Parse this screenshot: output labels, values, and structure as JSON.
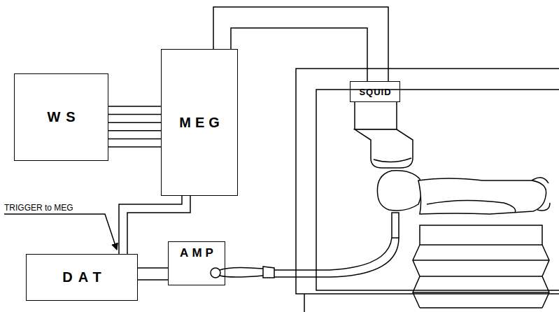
{
  "diagram": {
    "nodes": [
      {
        "text": [
          "WS"
        ]
      },
      {
        "text": [
          "MEG"
        ]
      },
      {
        "text": [
          "SQUID"
        ]
      },
      {
        "text": [
          "DAT"
        ]
      },
      {
        "text": [
          "AMP"
        ]
      }
    ],
    "edges": [
      {
        "from": 0,
        "to": 1,
        "arrow": "none"
      },
      {
        "from": 1,
        "to": 2,
        "arrow": "none"
      },
      {
        "from": 1,
        "to": 3,
        "arrow": "none"
      },
      {
        "from": 3,
        "to": 4,
        "arrow": "none"
      }
    ],
    "labels": [
      "TRIGGER to MEG"
    ]
  }
}
